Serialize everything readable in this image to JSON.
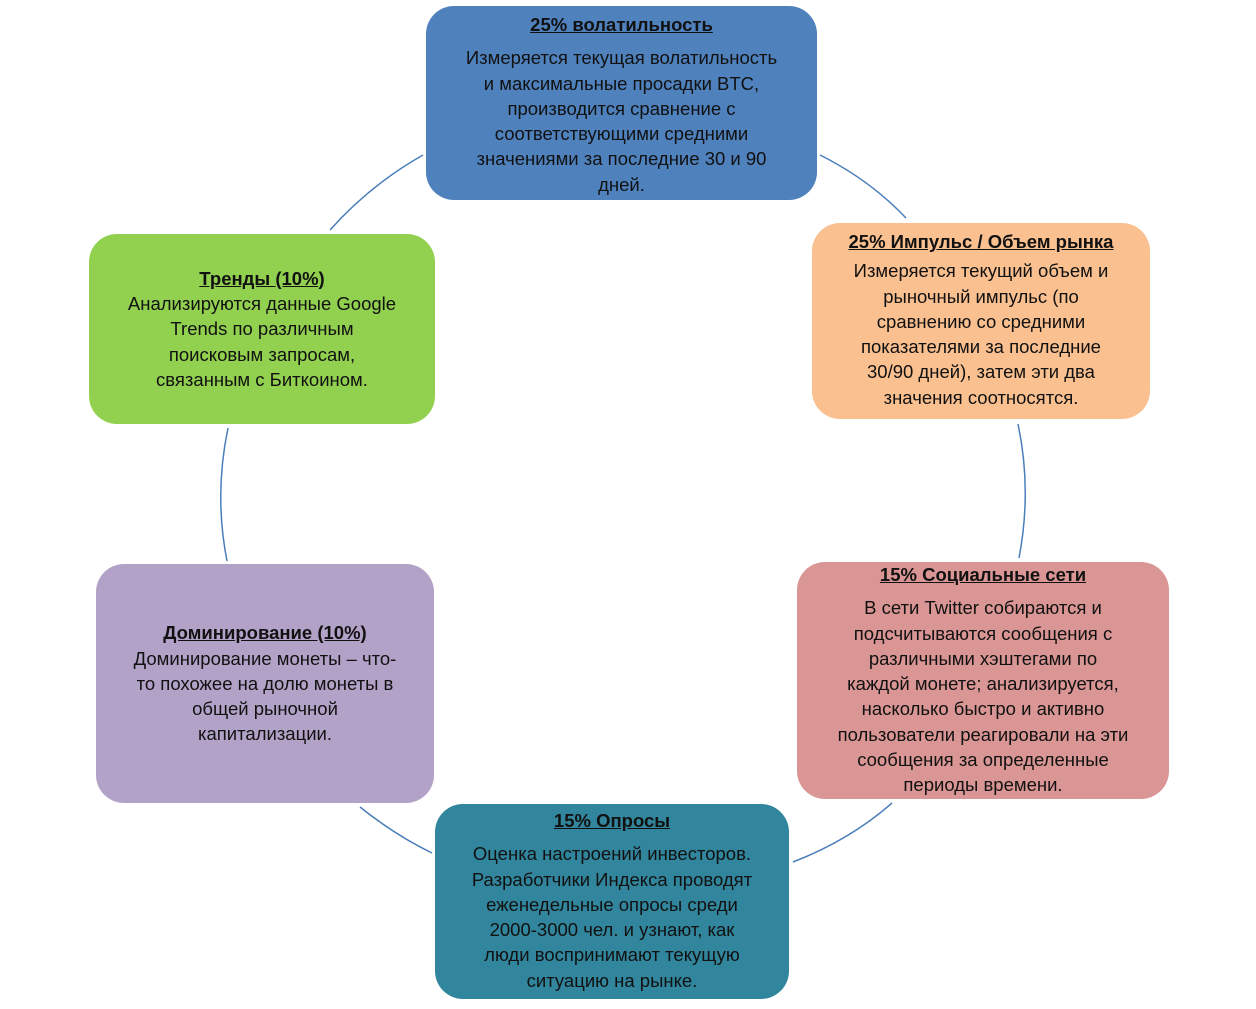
{
  "nodes": [
    {
      "title": "25% волатильность",
      "text": "Измеряется текущая волатильность\nи максимальные просадки BTC,\nпроизводится сравнение с\nсоответствующими средними\nзначениями за последние 30 и 90\nдней.",
      "color": "#4f81bd"
    },
    {
      "title": "25% Импульс / Объем рынка",
      "text": "Измеряется текущий объем и\nрыночный импульс (по\nсравнению со средними\nпоказателями за последние\n30/90 дней), затем эти два\nзначения соотносятся.",
      "color": "#fac090"
    },
    {
      "title": "15% Социальные сети",
      "text": "В сети Twitter собираются и\nподсчитываются сообщения с\nразличными хэштегами по\nкаждой монете;  анализируется,\nнасколько быстро и активно\nпользователи реагировали на эти\nсообщения за определенные\nпериоды времени.",
      "color": "#d99694"
    },
    {
      "title": "15% Опросы",
      "text": "Оценка настроений инвесторов.\nРазработчики Индекса проводят\nеженедельные опросы среди\n2000-3000 чел. и узнают, как\nлюди воспринимают текущую\nситуацию на рынке.",
      "color": "#31859c"
    },
    {
      "title": "Доминирование (10%)",
      "text": "Доминирование монеты – что-\nто похожее на долю монеты в\nобщей рыночной\nкапитализации.",
      "color": "#b3a2c7"
    },
    {
      "title": "Тренды (10%)",
      "text": "Анализируются данные Google\nTrends по различным\nпоисковым запросам,\nсвязанным с Биткоином.",
      "color": "#92d050"
    }
  ],
  "connector_color": "#4a7ebb"
}
